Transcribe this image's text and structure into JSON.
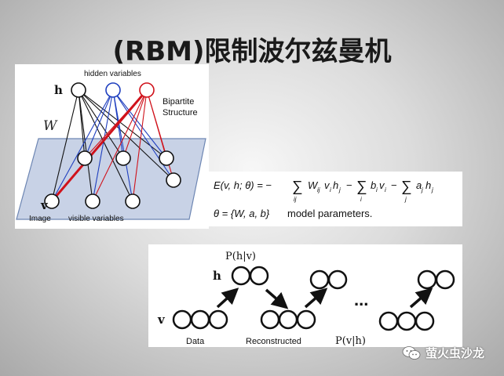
{
  "slide": {
    "title": "(RBM)限制波尔兹曼机"
  },
  "rbm_diagram": {
    "hidden_label": "hidden variables",
    "h_label": "h",
    "w_label": "W",
    "bipartite_line1": "Bipartite",
    "bipartite_line2": "Structure",
    "v_label": "v",
    "image_label": "Image",
    "visible_label": "visible variables",
    "colors": {
      "black": "#111111",
      "blue": "#1f3fbf",
      "red": "#d0121b",
      "plane": "#c8d2e6"
    }
  },
  "energy": {
    "eq1_lhs": "E(v, h; θ) = −",
    "eq1_sum1_sub": "ij",
    "eq1_term1": "W",
    "eq1_term1_sub": "ij",
    "eq1_term1_rest": "v",
    "eq1_term1_rest_sub": "i",
    "eq1_term1_h": "h",
    "eq1_term1_h_sub": "j",
    "eq1_minus2": "−",
    "eq1_sum2_sub": "i",
    "eq1_term2": "b",
    "eq1_term2_sub": "i",
    "eq1_term2_v": "v",
    "eq1_term2_v_sub": "i",
    "eq1_minus3": "−",
    "eq1_sum3_sub": "j",
    "eq1_term3": "a",
    "eq1_term3_sub": "j",
    "eq1_term3_h": "h",
    "eq1_term3_h_sub": "j",
    "eq2_math": "θ = {W, a, b}",
    "eq2_text": "model parameters."
  },
  "sampling": {
    "p_h_given_v": "P(h|v)",
    "h_label": "h",
    "v_label": "v",
    "ellipsis": "...",
    "data_label": "Data",
    "reconstructed_label": "Reconstructed",
    "p_v_given_h": "P(v|h)"
  },
  "watermark": {
    "text": "萤火虫沙龙",
    "icon": "wechat-icon"
  }
}
